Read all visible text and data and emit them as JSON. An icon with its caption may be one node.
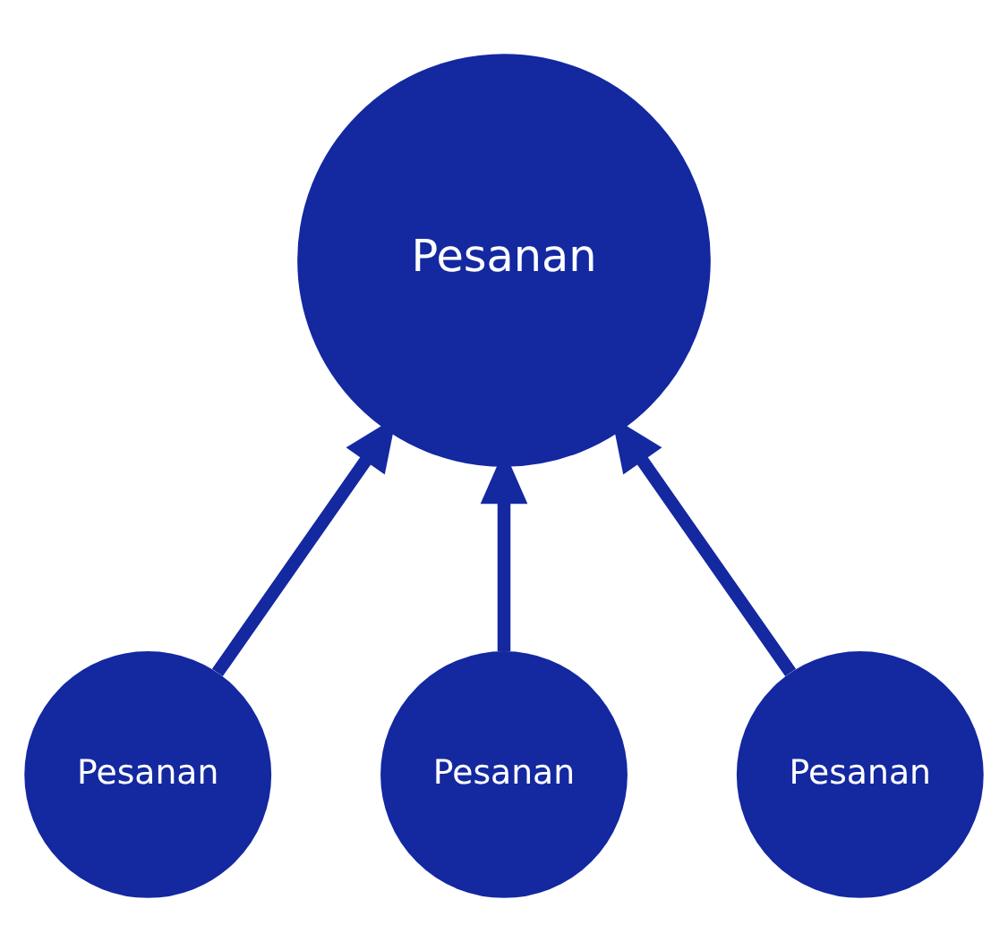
{
  "diagram": {
    "nodes": [
      {
        "text": [
          "Pesanan"
        ]
      },
      {
        "text": [
          "Pesanan"
        ]
      },
      {
        "text": [
          "Pesanan"
        ]
      },
      {
        "text": [
          "Pesanan"
        ]
      }
    ],
    "edges": [
      {
        "from": 1,
        "to": 0,
        "arrow": "to"
      },
      {
        "from": 2,
        "to": 0,
        "arrow": "to"
      },
      {
        "from": 3,
        "to": 0,
        "arrow": "to"
      }
    ]
  }
}
